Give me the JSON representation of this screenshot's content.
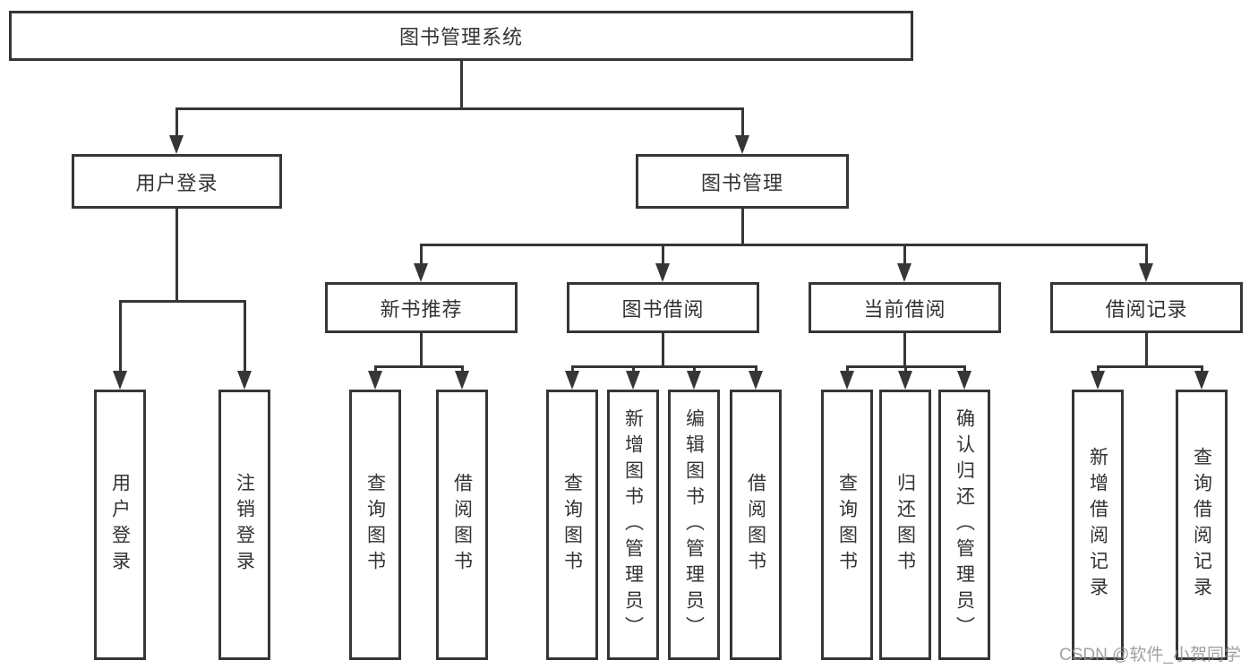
{
  "diagram": {
    "root": {
      "label": "图书管理系统"
    },
    "branches": [
      {
        "label": "用户登录",
        "leaves": [
          "用户登录",
          "注销登录"
        ]
      },
      {
        "label": "图书管理",
        "children": [
          {
            "label": "新书推荐",
            "leaves": [
              "查询图书",
              "借阅图书"
            ]
          },
          {
            "label": "图书借阅",
            "leaves": [
              "查询图书",
              "新增图书（管理员）",
              "编辑图书（管理员）",
              "借阅图书"
            ]
          },
          {
            "label": "当前借阅",
            "leaves": [
              "查询图书",
              "归还图书",
              "确认归还（管理员）"
            ]
          },
          {
            "label": "借阅记录",
            "leaves": [
              "新增借阅记录",
              "查询借阅记录"
            ]
          }
        ]
      }
    ]
  },
  "watermark": "CSDN @软件_小贺同学",
  "colors": {
    "line": "#363636",
    "text": "#333333",
    "box_background": "#ffffff",
    "page_background": "#ffffff",
    "watermark": "#919191"
  }
}
